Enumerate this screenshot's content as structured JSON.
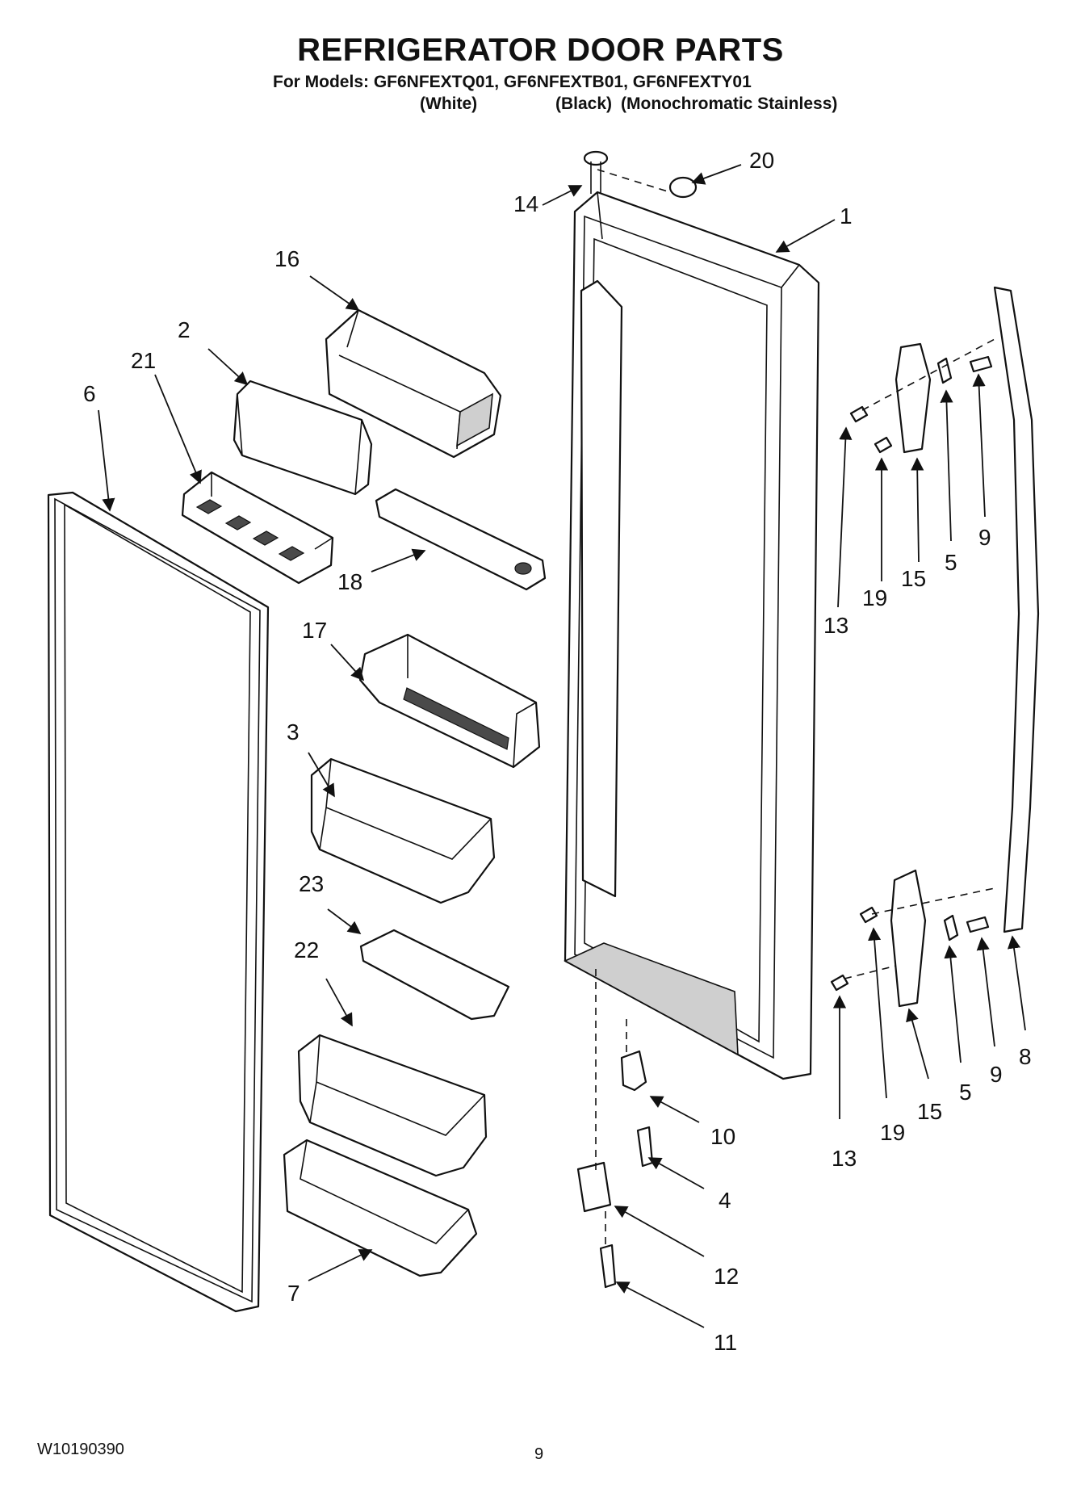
{
  "header": {
    "title": "REFRIGERATOR DOOR PARTS",
    "models_line": "For Models: GF6NFEXTQ01, GF6NFEXTB01, GF6NFEXTY01",
    "variants": [
      "(White)",
      "(Black)",
      "(Monochromatic Stainless)"
    ]
  },
  "callouts": [
    "1",
    "2",
    "3",
    "4",
    "5",
    "5",
    "6",
    "7",
    "8",
    "9",
    "9",
    "10",
    "11",
    "12",
    "13",
    "13",
    "14",
    "15",
    "15",
    "16",
    "17",
    "18",
    "19",
    "19",
    "20",
    "21",
    "22",
    "23"
  ],
  "footer": {
    "doc_number": "W10190390",
    "page_number": "9"
  }
}
